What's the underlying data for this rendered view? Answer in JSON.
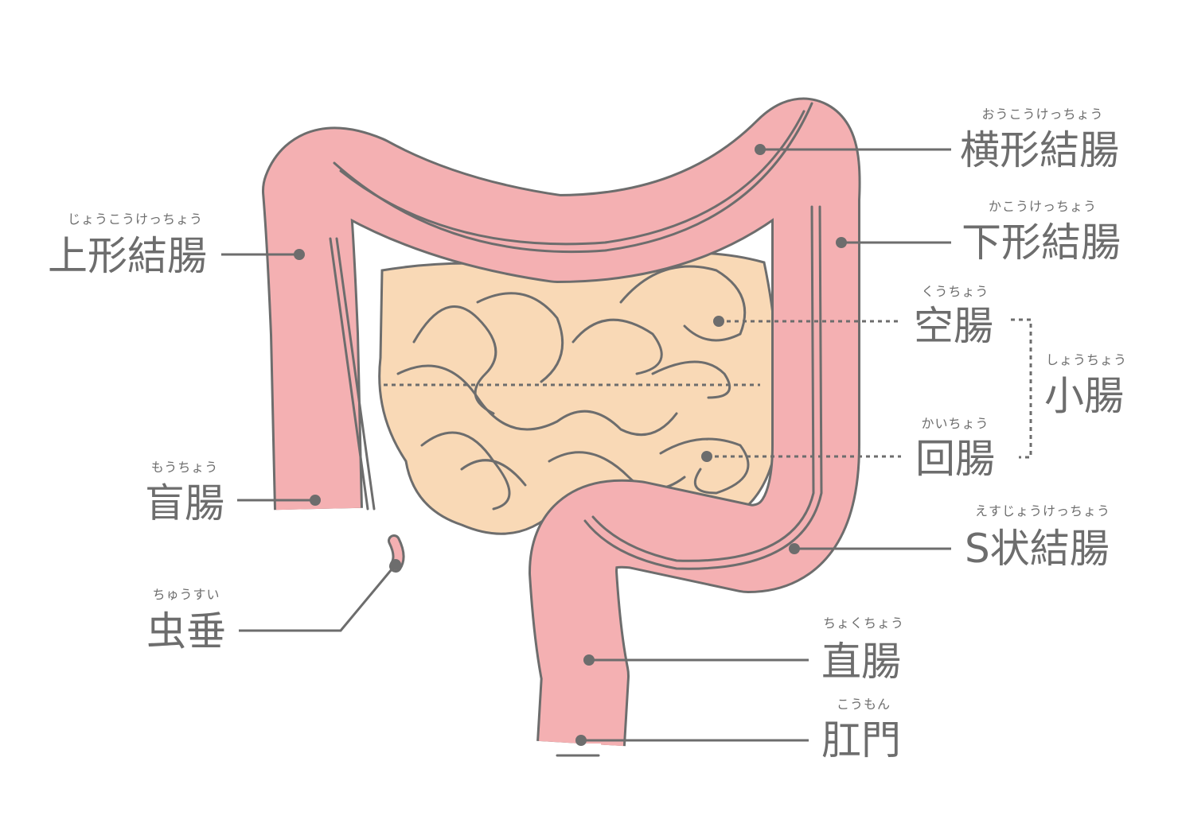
{
  "colors": {
    "colon": "#f4b0b2",
    "small_intestine": "#f9d9b6",
    "outline": "#6d6d6d"
  },
  "labels": {
    "transverse": {
      "name": "横形結腸",
      "reading": "おうこうけっちょう"
    },
    "descending": {
      "name": "下形結腸",
      "reading": "かこうけっちょう"
    },
    "ascending": {
      "name": "上形結腸",
      "reading": "じょうこうけっちょう"
    },
    "jejunum": {
      "name": "空腸",
      "reading": "くうちょう"
    },
    "small_intestine": {
      "name": "小腸",
      "reading": "しょうちょう"
    },
    "ileum": {
      "name": "回腸",
      "reading": "かいちょう"
    },
    "cecum": {
      "name": "盲腸",
      "reading": "もうちょう"
    },
    "sigmoid": {
      "name": "S状結腸",
      "reading": "えすじょうけっちょう"
    },
    "appendix": {
      "name": "虫垂",
      "reading": "ちゅうすい"
    },
    "rectum": {
      "name": "直腸",
      "reading": "ちょくちょう"
    },
    "anus": {
      "name": "肛門",
      "reading": "こうもん"
    }
  }
}
